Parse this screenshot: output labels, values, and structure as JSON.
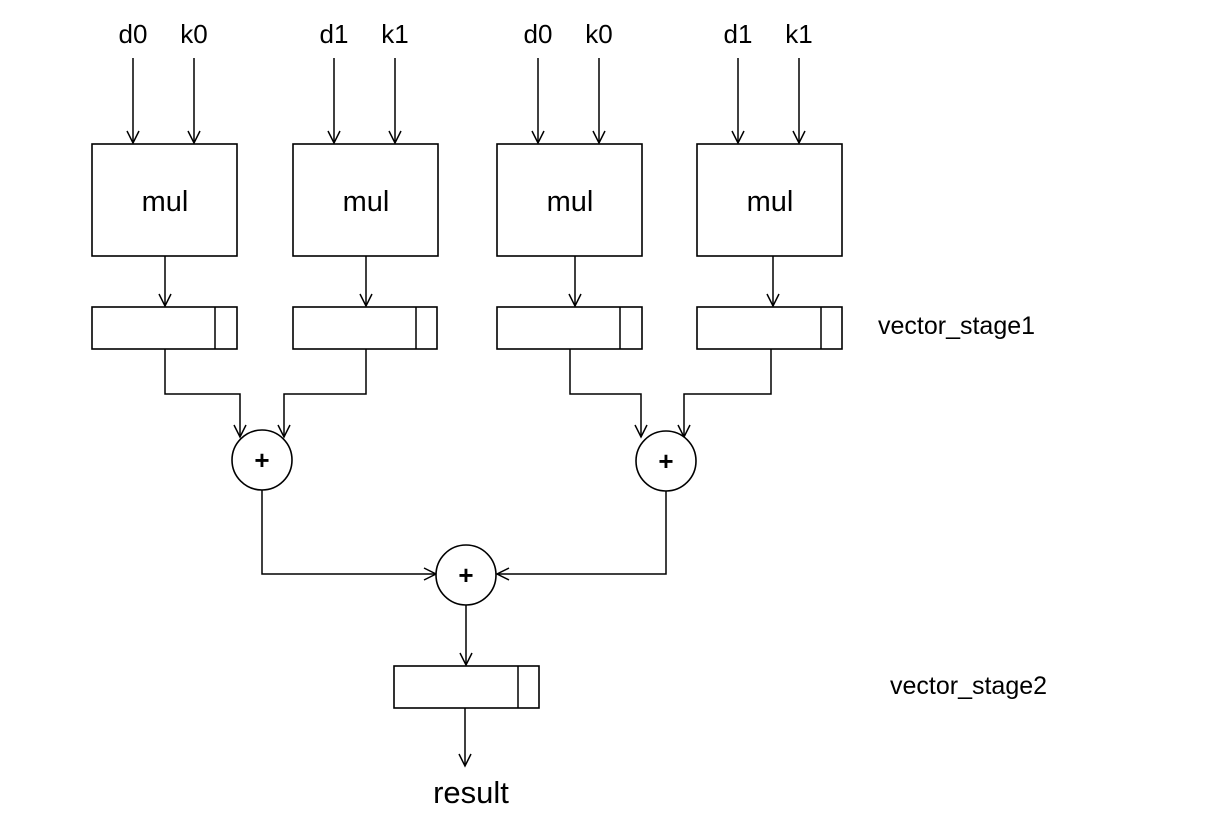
{
  "inputs": [
    {
      "data": "d0",
      "kernel": "k0"
    },
    {
      "data": "d1",
      "kernel": "k1"
    },
    {
      "data": "d0",
      "kernel": "k0"
    },
    {
      "data": "d1",
      "kernel": "k1"
    }
  ],
  "mul_label": "mul",
  "adder_symbol": "+",
  "stage1_label": "vector_stage1",
  "stage2_label": "vector_stage2",
  "output_label": "result"
}
